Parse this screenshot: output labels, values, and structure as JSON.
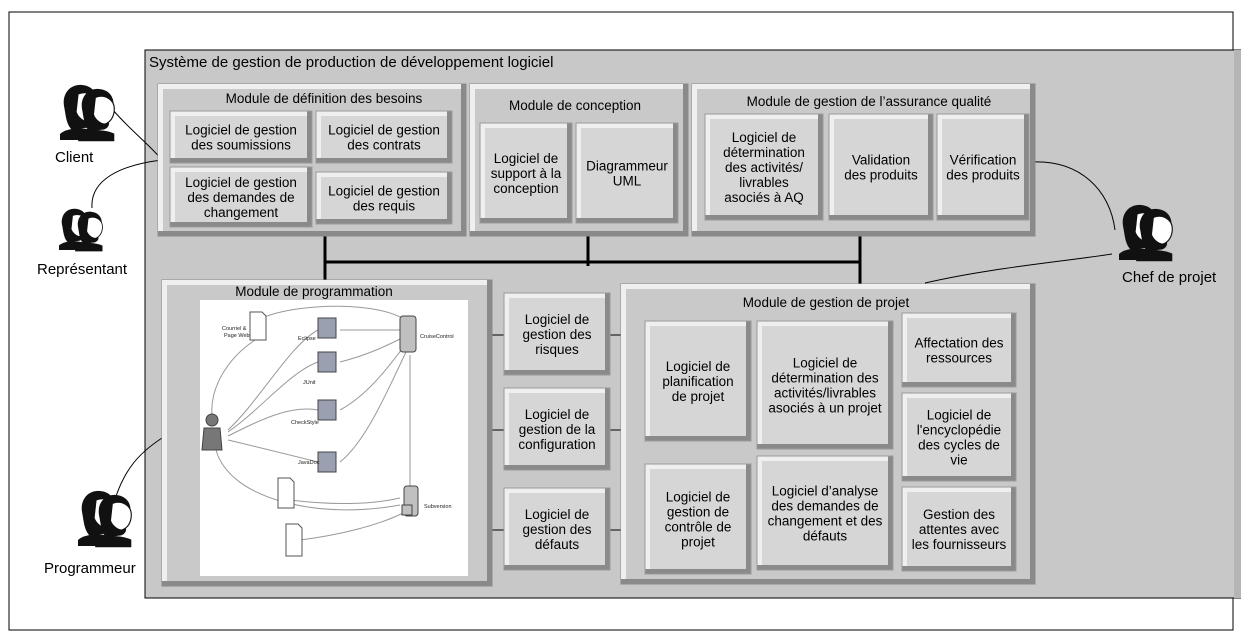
{
  "system_title": "Système de gestion de production de développement logiciel",
  "modules": {
    "besoins": {
      "title": "Module de définition des besoins",
      "items": [
        [
          "Logiciel de gestion",
          "des soumissions"
        ],
        [
          "Logiciel de gestion",
          "des contrats"
        ],
        [
          "Logiciel de gestion",
          "des demandes de",
          "changement"
        ],
        [
          "Logiciel de gestion",
          "des requis"
        ]
      ]
    },
    "conception": {
      "title": "Module de conception",
      "items": [
        [
          "Logiciel de",
          "support à la",
          "conception"
        ],
        [
          "Diagrammeur",
          "UML"
        ]
      ]
    },
    "qualite": {
      "title": "Module de gestion de l’assurance qualité",
      "items": [
        [
          "Logiciel de",
          "détermination",
          "des activités/",
          "livrables",
          "asociés à AQ"
        ],
        [
          "Validation",
          "des produits"
        ],
        [
          "Vérification",
          "des produits"
        ]
      ]
    },
    "programmation": {
      "title": "Module de programmation",
      "image_labels": [
        "Courriel &",
        "Page Web",
        "Eclipse",
        "JUnit",
        "CheckStyle",
        "JavaDoc",
        "CruiseControl",
        "Subversion"
      ]
    },
    "middle": {
      "items": [
        [
          "Logiciel de",
          "gestion des",
          "risques"
        ],
        [
          "Logiciel de",
          "gestion de la",
          "configuration"
        ],
        [
          "Logiciel de",
          "gestion des",
          "défauts"
        ]
      ]
    },
    "projet": {
      "title": "Module  de gestion de projet",
      "items": [
        [
          "Logiciel de",
          "planification",
          "de projet"
        ],
        [
          "Logiciel de",
          "détermination des",
          "activités/livrables",
          "asociés à un projet"
        ],
        [
          "Affectation des",
          "ressources"
        ],
        [
          "Logiciel de",
          "l'encyclopédie",
          "des cycles de",
          "vie"
        ],
        [
          "Logiciel de",
          "gestion de",
          "contrôle de",
          "projet"
        ],
        [
          "Logiciel d’analyse",
          "des demandes de",
          "changement et des",
          "défauts"
        ],
        [
          "Gestion des",
          "attentes avec",
          "les fournisseurs"
        ]
      ]
    }
  },
  "actors": [
    "Client",
    "Représentant",
    "Chef de projet",
    "Programmeur"
  ],
  "colors": {
    "panel": "#c8c8c8",
    "box": "#d6d6d6",
    "bevel_light": "#efefef",
    "bevel_dark": "#8a8a8a",
    "line": "#000000"
  }
}
